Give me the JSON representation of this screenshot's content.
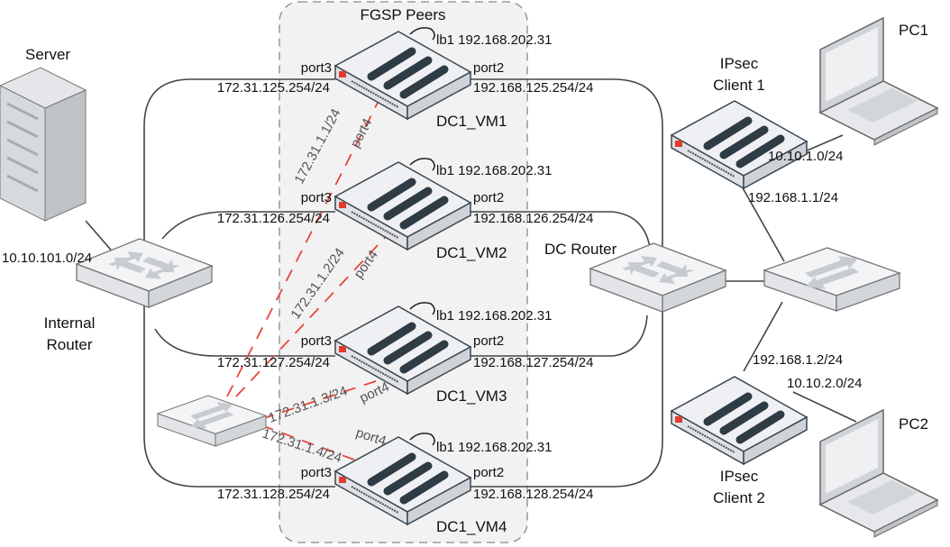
{
  "group_title": "FGSP Peers",
  "firewalls": [
    {
      "name": "DC1_VM1",
      "lb1": "lb1 192.168.202.31",
      "port3": "port3",
      "port3_ip": "172.31.125.254/24",
      "port2": "port2",
      "port2_ip": "192.168.125.254/24",
      "port4": "port4",
      "port4_ip": "172.31.1.1/24"
    },
    {
      "name": "DC1_VM2",
      "lb1": "lb1 192.168.202.31",
      "port3": "port3",
      "port3_ip": "172.31.126.254/24",
      "port2": "port2",
      "port2_ip": "192.168.126.254/24",
      "port4": "port4",
      "port4_ip": "172.31.1.2/24"
    },
    {
      "name": "DC1_VM3",
      "lb1": "lb1 192.168.202.31",
      "port3": "port3",
      "port3_ip": "172.31.127.254/24",
      "port2": "port2",
      "port2_ip": "192.168.127.254/24",
      "port4": "port4",
      "port4_ip": "172.31.1.3/24"
    },
    {
      "name": "DC1_VM4",
      "lb1": "lb1 192.168.202.31",
      "port3": "port3",
      "port3_ip": "172.31.128.254/24",
      "port2": "port2",
      "port2_ip": "192.168.128.254/24",
      "port4": "port4",
      "port4_ip": "172.31.1.4/24"
    }
  ],
  "server": {
    "label": "Server",
    "subnet": "10.10.101.0/24"
  },
  "internal_router": {
    "line1": "Internal",
    "line2": "Router"
  },
  "dc_router": {
    "label": "DC Router"
  },
  "client1": {
    "line1": "IPsec",
    "line2": "Client 1",
    "lan": "10.10.1.0/24",
    "wan": "192.168.1.1/24"
  },
  "client2": {
    "line1": "IPsec",
    "line2": "Client 2",
    "lan": "10.10.2.0/24",
    "wan": "192.168.1.2/24"
  },
  "pc1": {
    "label": "PC1"
  },
  "pc2": {
    "label": "PC2"
  },
  "colors": {
    "heartbeat": "#e8453c",
    "group_fill": "#f2f2f2",
    "device_dark": "#2f3b45",
    "brand_red": "#e03c31"
  }
}
